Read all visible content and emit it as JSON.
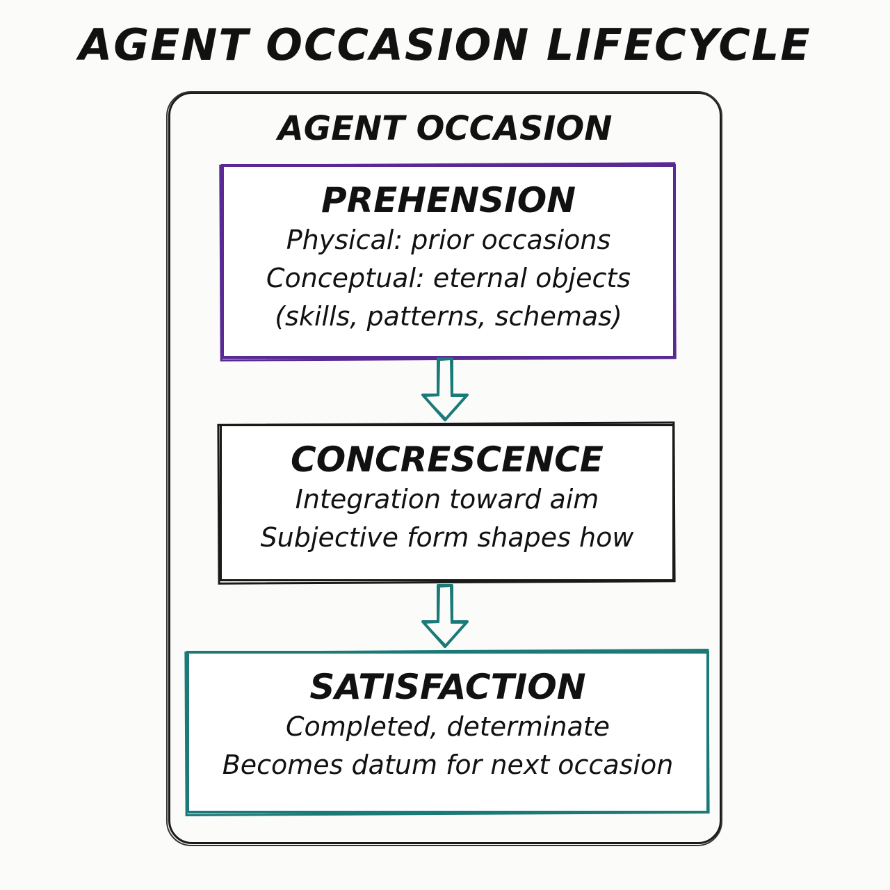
{
  "title": "AGENT OCCASION LIFECYCLE",
  "container": {
    "title": "AGENT OCCASION"
  },
  "colors": {
    "prehension": "#5a2a94",
    "concrescence": "#1a1a1a",
    "satisfaction": "#1b7a78",
    "arrow": "#1b7a78"
  },
  "stages": [
    {
      "title": "PREHENSION",
      "lines": [
        "Physical: prior occasions",
        "Conceptual: eternal objects",
        "(skills, patterns, schemas)"
      ]
    },
    {
      "title": "CONCRESCENCE",
      "lines": [
        "Integration toward aim",
        "Subjective form shapes how"
      ]
    },
    {
      "title": "SATISFACTION",
      "lines": [
        "Completed, determinate",
        "Becomes datum for next occasion"
      ]
    }
  ],
  "arrows": [
    {
      "icon": "down-arrow-icon",
      "from": "PREHENSION",
      "to": "CONCRESCENCE"
    },
    {
      "icon": "down-arrow-icon",
      "from": "CONCRESCENCE",
      "to": "SATISFACTION"
    }
  ]
}
